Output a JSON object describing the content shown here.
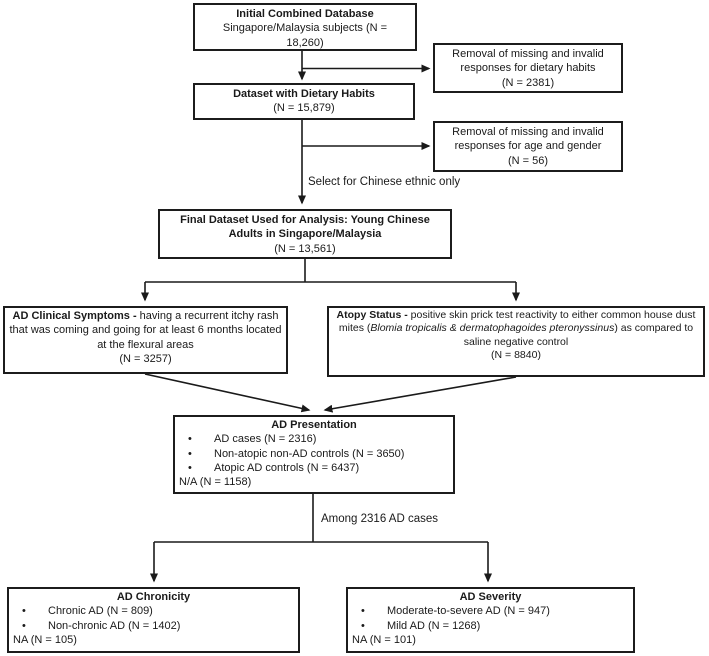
{
  "diagram": {
    "bullet_char": "•",
    "colors": {
      "line": "#1a1a1a",
      "box_border": "#1c1c1c",
      "background": "#ffffff",
      "text": "#1a1a1a"
    },
    "nodes": {
      "initial_database": {
        "title": "Initial Combined Database",
        "body": "Singapore/Malaysia subjects (N = 18,260)"
      },
      "removal_dietary": {
        "body": "Removal of missing and invalid responses for dietary habits",
        "n": "(N = 2381)"
      },
      "dataset_dietary": {
        "title": "Dataset with Dietary Habits",
        "n": "(N = 15,879)"
      },
      "removal_age_gender": {
        "body": "Removal of missing and invalid responses for age and gender",
        "n": "(N = 56)"
      },
      "final_dataset": {
        "title": "Final Dataset Used for Analysis: Young Chinese Adults in Singapore/Malaysia",
        "n": "(N = 13,561)"
      },
      "ad_clinical_symptoms": {
        "lead": "AD Clinical Symptoms -",
        "body": "having a recurrent itchy rash that was coming and going for at least 6 months located at the flexural areas",
        "n": "(N = 3257)"
      },
      "atopy_status": {
        "lead": "Atopy Status -",
        "body_before_italic": "positive skin prick test reactivity to either common house dust mites (",
        "italic": "Blomia tropicalis & dermatophagoides pteronyssinus",
        "body_after_italic": ") as compared to saline negative control",
        "n": "(N = 8840)"
      },
      "ad_presentation": {
        "title": "AD Presentation",
        "bullets": [
          "AD cases (N = 2316)",
          "Non-atopic non-AD controls (N = 3650)",
          "Atopic AD controls (N = 6437)"
        ],
        "footer": "N/A (N = 1158)"
      },
      "ad_chronicity": {
        "title": "AD Chronicity",
        "bullets": [
          "Chronic AD (N = 809)",
          "Non-chronic AD (N = 1402)"
        ],
        "footer": "NA (N = 105)"
      },
      "ad_severity": {
        "title": "AD Severity",
        "bullets": [
          "Moderate-to-severe AD (N = 947)",
          "Mild AD (N = 1268)"
        ],
        "footer": "NA (N = 101)"
      }
    },
    "edge_labels": {
      "select_chinese": "Select for Chinese ethnic only",
      "among_cases": "Among 2316 AD cases"
    }
  }
}
